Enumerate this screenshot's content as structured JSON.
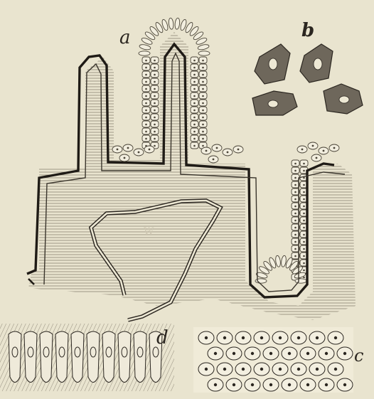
{
  "figure": {
    "labels": {
      "a": "a",
      "b": "b",
      "c": "c",
      "d": "d"
    },
    "colors": {
      "paper": "#e9e4cf",
      "ink": "#2b2620",
      "hatching": "#7d7668",
      "cell_fill": "#f2eedf",
      "scale_fill": "#6e675b"
    }
  }
}
